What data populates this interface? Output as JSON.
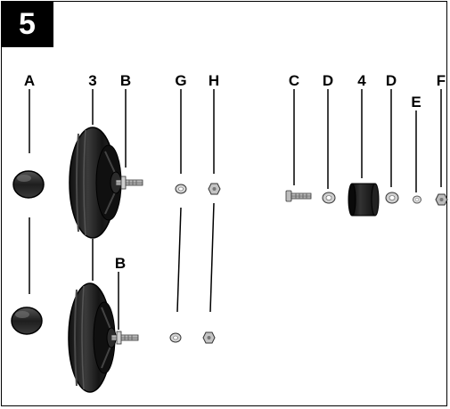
{
  "figure": {
    "number": "5",
    "labels": {
      "A": "A",
      "three": "3",
      "B_top": "B",
      "G": "G",
      "H": "H",
      "C": "C",
      "D_left": "D",
      "four": "4",
      "D_right": "D",
      "E": "E",
      "F": "F",
      "B_bottom": "B"
    }
  },
  "colors": {
    "ink": "#000000",
    "tire": "#1c1c1c",
    "cap": "#2a2a2a",
    "metal": "#bdbdbd"
  }
}
